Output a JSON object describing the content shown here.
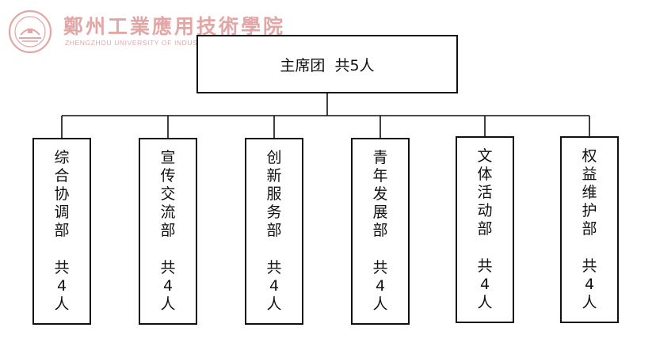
{
  "logo": {
    "name_cn": "鄭州工業應用技術學院",
    "name_en": "ZHENGZHOU UNIVERSITY OF INDUSTRIAL TECHNOLOGY",
    "color": "#e3a6a6"
  },
  "top": {
    "label": "主席团  共5人"
  },
  "departments": [
    {
      "name": "综合协调部",
      "count": "共4人"
    },
    {
      "name": "宣传交流部",
      "count": "共4人"
    },
    {
      "name": "创新服务部",
      "count": "共4人"
    },
    {
      "name": "青年发展部",
      "count": "共4人"
    },
    {
      "name": "文体活动部",
      "count": "共4人"
    },
    {
      "name": "权益维护部",
      "count": "共4人"
    }
  ]
}
